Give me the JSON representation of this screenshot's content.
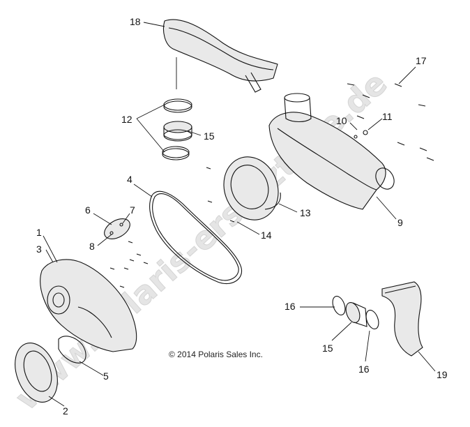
{
  "copyright": "© 2014 Polaris Sales Inc.",
  "watermark": "www.polaris-ersatzteile.de",
  "callouts": [
    {
      "id": "c1",
      "text": "1"
    },
    {
      "id": "c2",
      "text": "2"
    },
    {
      "id": "c3",
      "text": "3"
    },
    {
      "id": "c4",
      "text": "4"
    },
    {
      "id": "c5",
      "text": "5"
    },
    {
      "id": "c6",
      "text": "6"
    },
    {
      "id": "c7",
      "text": "7"
    },
    {
      "id": "c8",
      "text": "8"
    },
    {
      "id": "c9",
      "text": "9"
    },
    {
      "id": "c10",
      "text": "10"
    },
    {
      "id": "c11",
      "text": "11"
    },
    {
      "id": "c12",
      "text": "12"
    },
    {
      "id": "c13",
      "text": "13"
    },
    {
      "id": "c14",
      "text": "14"
    },
    {
      "id": "c15a",
      "text": "15"
    },
    {
      "id": "c15b",
      "text": "15"
    },
    {
      "id": "c16a",
      "text": "16"
    },
    {
      "id": "c16b",
      "text": "16"
    },
    {
      "id": "c17",
      "text": "17"
    },
    {
      "id": "c18",
      "text": "18"
    },
    {
      "id": "c19",
      "text": "19"
    }
  ]
}
